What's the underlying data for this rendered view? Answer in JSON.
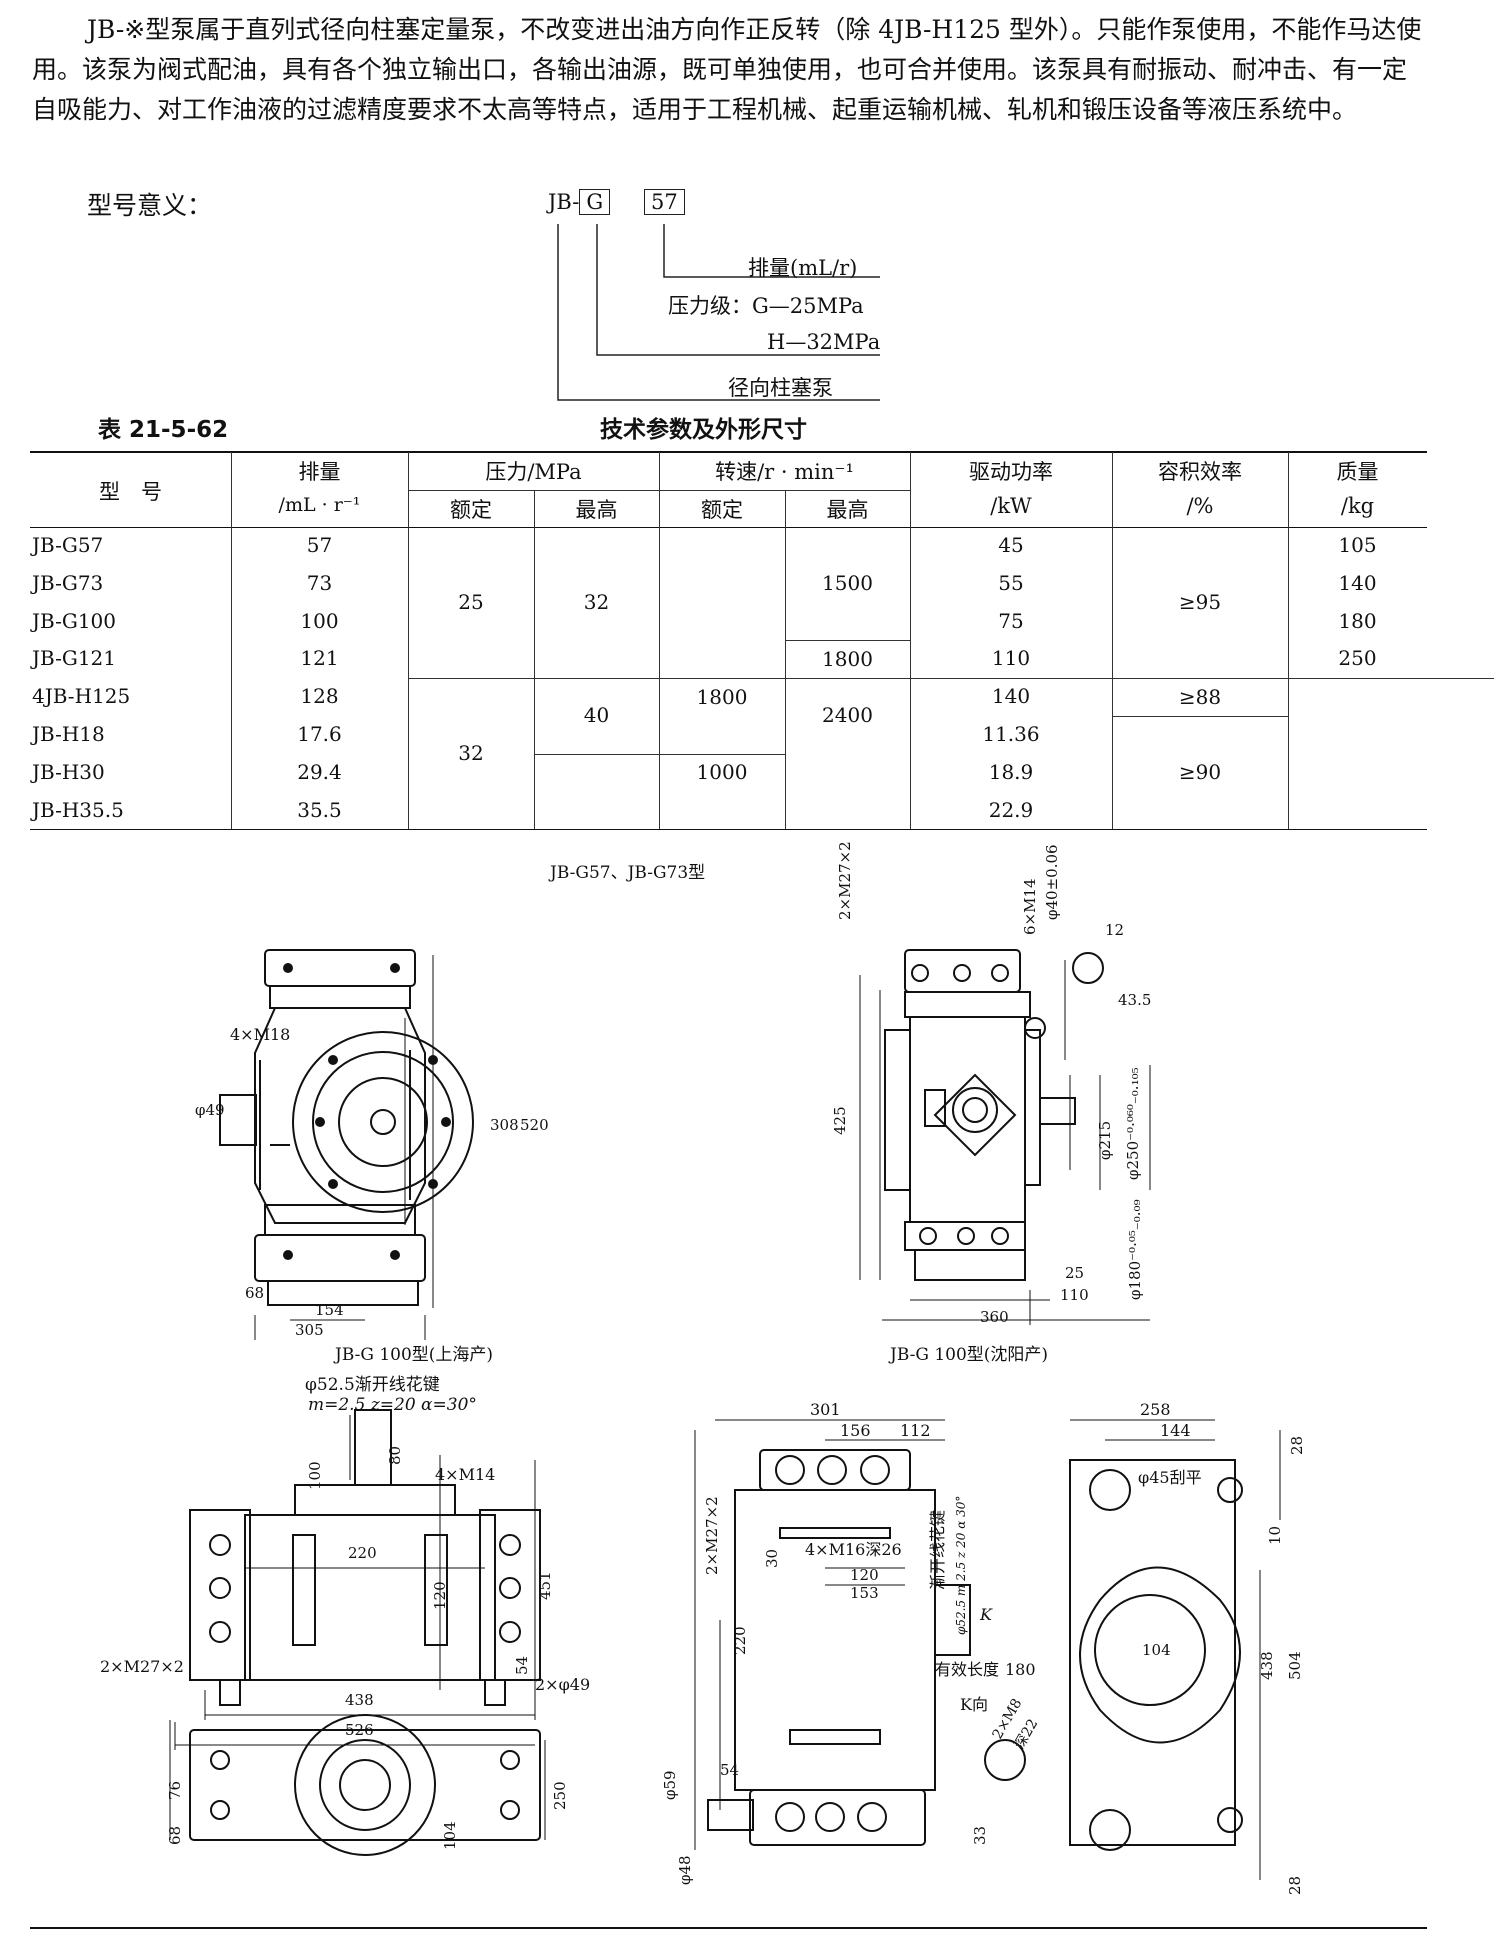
{
  "intro": "JB-※型泵属于直列式径向柱塞定量泵，不改变进出油方向作正反转（除 4JB-H125 型外）。只能作泵使用，不能作马达使用。该泵为阀式配油，具有各个独立输出口，各输出油源，既可单独使用，也可合并使用。该泵具有耐振动、耐冲击、有一定自吸能力、对工作油液的过滤精度要求不太高等特点，适用于工程机械、起重运输机械、轧机和锻压设备等液压系统中。",
  "model_meaning": {
    "label": "型号意义：",
    "prefix": "JB-",
    "pressure_code": "G",
    "displacement_code": "57",
    "displacement_note": "排量(mL/r)",
    "pressure_note": "压力级：G—25MPa",
    "pressure_note_h": "H—32MPa",
    "type_note": "径向柱塞泵"
  },
  "table": {
    "number": "表 21-5-62",
    "title": "技术参数及外形尺寸",
    "headers": {
      "model": "型　号",
      "displacement": "排量",
      "displacement_unit": "/mL · r⁻¹",
      "pressure": "压力/MPa",
      "rated": "额定",
      "max": "最高",
      "speed": "转速/r · min⁻¹",
      "speed_rated": "额定",
      "speed_max": "最高",
      "power": "驱动功率",
      "power_unit": "/kW",
      "efficiency": "容积效率",
      "efficiency_unit": "/%",
      "mass": "质量",
      "mass_unit": "/kg"
    },
    "models": [
      "JB-G57",
      "JB-G73",
      "JB-G100",
      "JB-G121",
      "4JB-H125",
      "JB-H18",
      "JB-H30",
      "JB-H35.5"
    ],
    "displacements": [
      "57",
      "73",
      "100",
      "121",
      "128",
      "17.6",
      "29.4",
      "35.5"
    ],
    "powers": [
      "45",
      "55",
      "75",
      "110",
      "140",
      "11.36",
      "18.9",
      "22.9"
    ],
    "pressure_rated_g": "25",
    "pressure_max_g": "32",
    "pressure_rated_h": "32",
    "pressure_max_h": "40",
    "speed_max_1500": "1500",
    "speed_max_1800": "1800",
    "speed_rated_1800": "1800",
    "speed_max_2400": "2400",
    "speed_rated_1000": "1000",
    "eff_95": "≥95",
    "eff_88": "≥88",
    "eff_90": "≥90",
    "masses": [
      "105",
      "140",
      "180",
      "250"
    ]
  },
  "figures": {
    "top_caption": "JB-G57、JB-G73型",
    "caption_shanghai": "JB-G 100型(上海产)",
    "caption_shenyang": "JB-G 100型(沈阳产)"
  },
  "dims_a": {
    "m18": "4×M18",
    "d49": "φ49",
    "h308": "308",
    "h520": "520",
    "w68": "68",
    "w154": "154",
    "w305": "305"
  },
  "dims_b": {
    "m27": "2×M27×2",
    "d40": "φ40±0.06",
    "m14": "6×M14",
    "w12": "12",
    "w43": "43.5",
    "h425": "425",
    "d215": "φ215",
    "d250": "φ250⁻⁰·⁰⁶⁰₋₀.₁₀₅",
    "d180": "φ180⁻⁰·⁰⁵₋₀.₀₉",
    "w25": "25",
    "w110": "110",
    "w360": "360"
  },
  "dims_c": {
    "spline": "φ52.5渐开线花键",
    "spline_params": "m=2.5  z=20  α=30°",
    "h100": "100",
    "h80": "80",
    "m14": "4×M14",
    "w220": "220",
    "h120": "120",
    "h451": "451",
    "m27": "2×M27×2",
    "h54": "54",
    "d49": "2×φ49",
    "w438": "438",
    "w526": "526",
    "h76": "76",
    "h68": "68",
    "h104": "104",
    "h250": "250"
  },
  "dims_d": {
    "w301": "301",
    "w156": "156",
    "w112": "112",
    "w258": "258",
    "w144": "144",
    "w28": "28",
    "m27": "2×M27×2",
    "m16": "4×M16深26",
    "h30": "30",
    "w120": "120",
    "w153": "153",
    "spline": "渐开线花键",
    "spline_dim": "φ52.5  m 2.5 z 20 α 30°",
    "k": "K",
    "eff_len": "有效长度",
    "l180": "180",
    "h220": "220",
    "k_dir": "K向",
    "m8": "2×M8",
    "deep22": "深22",
    "d59": "φ59",
    "h54": "54",
    "d48": "φ48",
    "h33": "33",
    "d45": "φ45刮平",
    "h10": "10",
    "d104": "104",
    "h438": "438",
    "h504": "504",
    "h28b": "28"
  }
}
